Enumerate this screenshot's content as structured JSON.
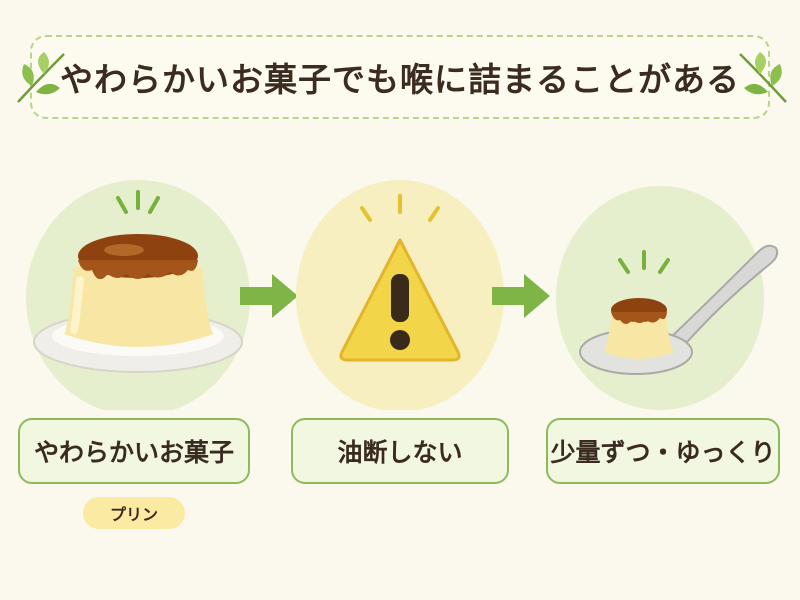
{
  "title": "やわらかいお菓子でも喉に詰まることがある",
  "panels": [
    {
      "label": "やわらかいお菓子",
      "tag": "プリン",
      "icon": "pudding-on-plate-icon"
    },
    {
      "label": "油断しない",
      "icon": "warning-triangle-icon"
    },
    {
      "label": "少量ずつ・ゆっくり",
      "icon": "pudding-on-spoon-icon"
    }
  ],
  "colors": {
    "background": "#fbf8ee",
    "accent_green": "#8dbb5c",
    "warning_yellow": "#f3d54a",
    "caramel": "#9a4d10",
    "custard": "#f9e8a8"
  }
}
